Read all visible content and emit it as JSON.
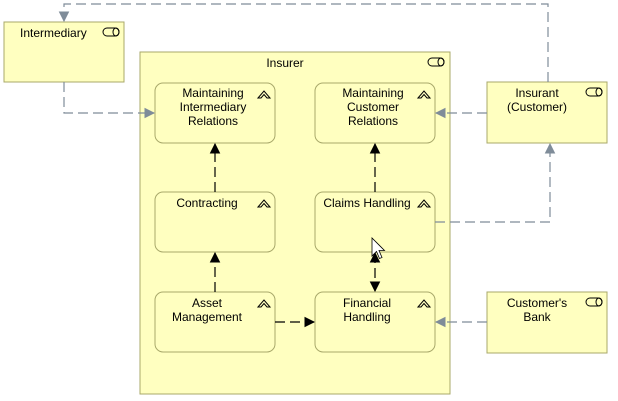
{
  "colors": {
    "fill": "#ffffc0",
    "stroke": "#a8a86a",
    "connector_dashed": "#7f8c99",
    "connector_solid": "#000000"
  },
  "elements": {
    "intermediary": {
      "label": "Intermediary",
      "icon": "actor-role-icon"
    },
    "insurer": {
      "label": "Insurer",
      "icon": "actor-role-icon"
    },
    "insurant": {
      "label_line1": "Insurant",
      "label_line2": "(Customer)",
      "icon": "actor-role-icon"
    },
    "customers_bank": {
      "label_line1": "Customer's",
      "label_line2": "Bank",
      "icon": "actor-role-icon"
    },
    "maint_intermediary": {
      "label_line1": "Maintaining",
      "label_line2": "Intermediary",
      "label_line3": "Relations",
      "icon": "process-chevron-icon"
    },
    "maint_customer": {
      "label_line1": "Maintaining",
      "label_line2": "Customer",
      "label_line3": "Relations",
      "icon": "process-chevron-icon"
    },
    "contracting": {
      "label": "Contracting",
      "icon": "process-chevron-icon"
    },
    "claims_handling": {
      "label": "Claims Handling",
      "icon": "process-chevron-icon"
    },
    "asset_management": {
      "label_line1": "Asset",
      "label_line2": "Management",
      "icon": "process-chevron-icon"
    },
    "financial_handling": {
      "label_line1": "Financial",
      "label_line2": "Handling",
      "icon": "process-chevron-icon"
    }
  },
  "cursor": {
    "icon": "mouse-pointer-icon"
  }
}
